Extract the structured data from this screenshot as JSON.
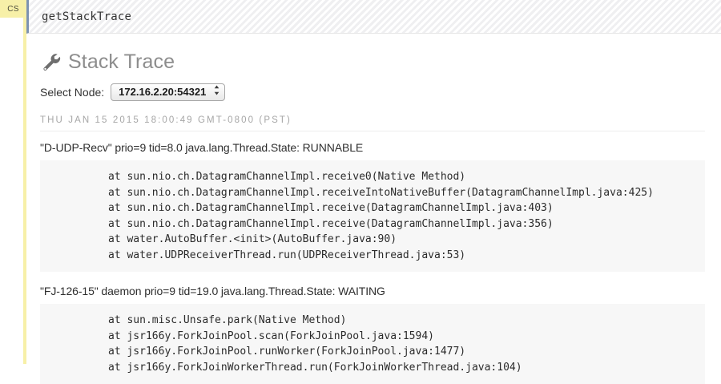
{
  "cell": {
    "badge_label": "CS",
    "rail_color": "#f7f0a8"
  },
  "prompt": {
    "text": "getStackTrace",
    "accent_color": "#7d93b2"
  },
  "section": {
    "icon": "wrench-icon",
    "title": "Stack Trace"
  },
  "node_picker": {
    "label": "Select Node:",
    "selected": "172.16.2.20:54321",
    "options": [
      "172.16.2.20:54321"
    ]
  },
  "timestamp": "THU JAN 15 2015 18:00:49 GMT-0800 (PST)",
  "threads": [
    {
      "header": "\"D-UDP-Recv\" prio=9 tid=8.0 java.lang.Thread.State: RUNNABLE",
      "frames": [
        "at sun.nio.ch.DatagramChannelImpl.receive0(Native Method)",
        "at sun.nio.ch.DatagramChannelImpl.receiveIntoNativeBuffer(DatagramChannelImpl.java:425)",
        "at sun.nio.ch.DatagramChannelImpl.receive(DatagramChannelImpl.java:403)",
        "at sun.nio.ch.DatagramChannelImpl.receive(DatagramChannelImpl.java:356)",
        "at water.AutoBuffer.<init>(AutoBuffer.java:90)",
        "at water.UDPReceiverThread.run(UDPReceiverThread.java:53)"
      ]
    },
    {
      "header": "\"FJ-126-15\" daemon prio=9 tid=19.0 java.lang.Thread.State: WAITING",
      "frames": [
        "at sun.misc.Unsafe.park(Native Method)",
        "at jsr166y.ForkJoinPool.scan(ForkJoinPool.java:1594)",
        "at jsr166y.ForkJoinPool.runWorker(ForkJoinPool.java:1477)",
        "at jsr166y.ForkJoinWorkerThread.run(ForkJoinWorkerThread.java:104)"
      ]
    }
  ]
}
